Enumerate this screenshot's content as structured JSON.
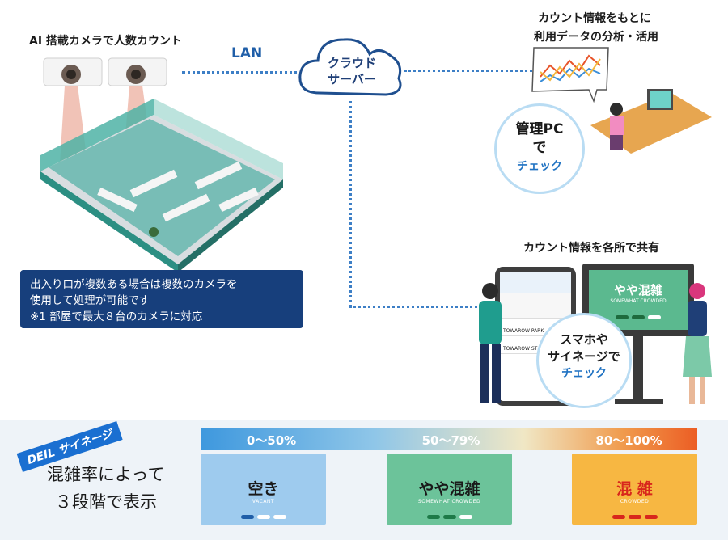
{
  "top_left_caption": "AI 搭載カメラで人数カウント",
  "lan_label": "LAN",
  "cloud": {
    "line1": "クラウド",
    "line2": "サーバー"
  },
  "analysis_caption": {
    "line1": "カウント情報をもとに",
    "line2": "利用データの分析・活用"
  },
  "pc_bubble": {
    "line1": "管理PC",
    "line2": "で",
    "line3": "チェック"
  },
  "note_box": {
    "line1": "出入り口が複数ある場合は複数のカメラを",
    "line2": "使用して処理が可能です",
    "line3": "※1 部屋で最大８台のカメラに対応"
  },
  "share_caption": "カウント情報を各所で共有",
  "signage_screen": {
    "title": "やや混雑",
    "subtitle": "SOMEWHAT CROWDED"
  },
  "phone_rows": [
    "TOWAROW PARK",
    "TOWAROW ST"
  ],
  "phone_bubble": {
    "line1": "スマホや",
    "line2": "サイネージで",
    "line3": "チェック"
  },
  "ribbon_label": "DEIL サイネージ",
  "summary_text": {
    "line1": "混雑率によって",
    "line2": "３段階で表示"
  },
  "ranges": [
    "0〜50%",
    "50〜79%",
    "80〜100%"
  ],
  "levels": [
    {
      "title": "空き",
      "subtitle": "VACANT",
      "bg": "#9ecbee",
      "fg": "#1a1a1a",
      "pill_on": "#1f5ea8"
    },
    {
      "title": "やや混雑",
      "subtitle": "SOMEWHAT CROWDED",
      "bg": "#6cc39a",
      "fg": "#1a1a1a",
      "pill_on": "#1e7a48"
    },
    {
      "title": "混 雑",
      "subtitle": "CROWDED",
      "bg": "#f7b742",
      "fg": "#d8261c",
      "pill_on": "#d8261c"
    }
  ]
}
